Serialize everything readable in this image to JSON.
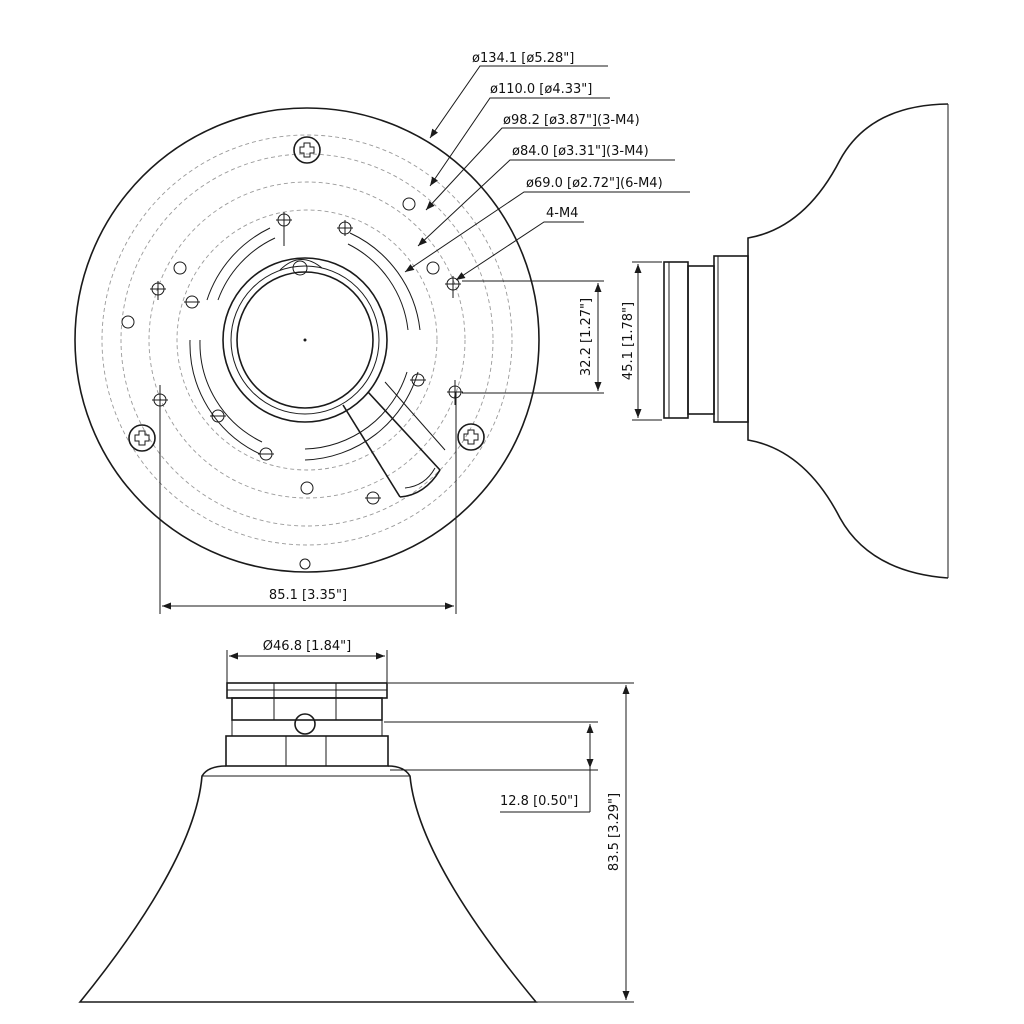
{
  "top_view": {
    "callouts": [
      "ø134.1 [ø5.28\"]",
      "ø110.0 [ø4.33\"]",
      "ø98.2 [ø3.87\"](3-M4)",
      "ø84.0 [ø3.31\"](3-M4)",
      "ø69.0 [ø2.72\"](6-M4)",
      "4-M4"
    ],
    "dim_vertical": "32.2 [1.27\"]",
    "dim_horizontal": "85.1 [3.35\"]"
  },
  "side_view": {
    "dim_vertical": "45.1 [1.78\"]"
  },
  "front_view": {
    "dim_top_width": "Ø46.8 [1.84\"]",
    "dim_neck": "12.8 [0.50\"]",
    "dim_total_height": "83.5 [3.29\"]"
  }
}
